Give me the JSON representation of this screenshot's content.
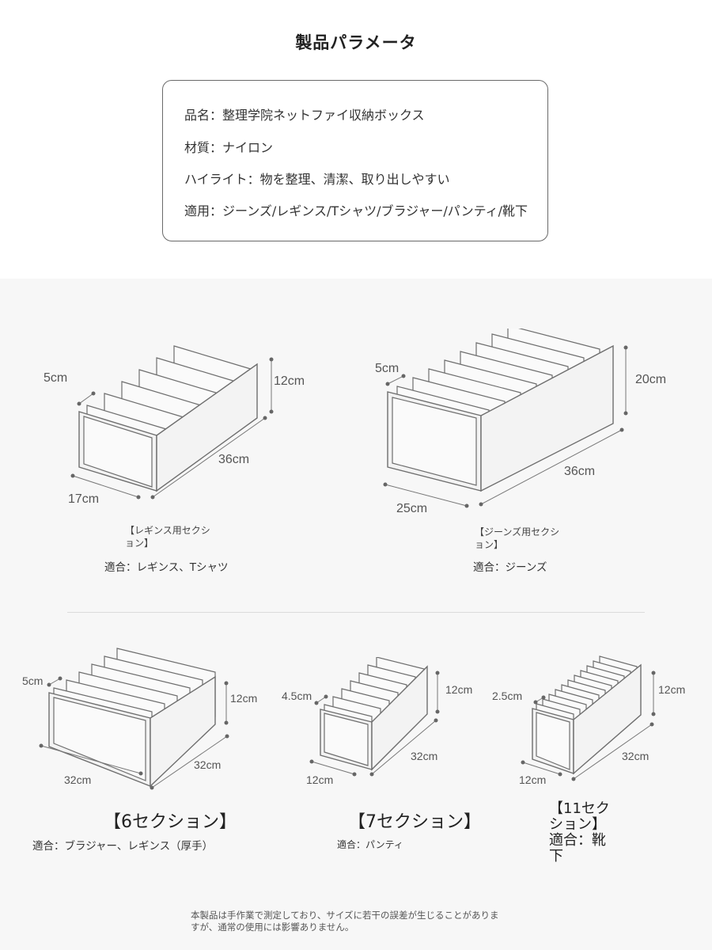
{
  "header": {
    "title": "製品パラメータ"
  },
  "params": [
    "品名：整理学院ネットファイ収納ボックス",
    "材質：ナイロン",
    "ハイライト：物を整理、清潔、取り出しやすい",
    "適用：ジーンズ/レギンス/Tシャツ/ブラジャー/パンティ/靴下"
  ],
  "products": {
    "leggings": {
      "dims": {
        "w": "5cm",
        "h": "12cm",
        "l": "36cm",
        "d": "17cm"
      },
      "caption_line1": "【レギンス用セクシ",
      "caption_line2": "ョン】",
      "fit": "適合：レギンス、Tシャツ"
    },
    "jeans": {
      "dims": {
        "w": "5cm",
        "h": "20cm",
        "l": "36cm",
        "d": "25cm"
      },
      "caption_line1": "【ジーンズ用セクシ",
      "caption_line2": "ョン】",
      "fit": "適合：ジーンズ"
    },
    "six": {
      "dims": {
        "w": "5cm",
        "h": "12cm",
        "l": "32cm",
        "d": "32cm"
      },
      "caption": "【6セクション】",
      "fit": "適合：ブラジャー、レギンス（厚手）"
    },
    "seven": {
      "dims": {
        "w": "4.5cm",
        "h": "12cm",
        "l": "32cm",
        "d": "12cm"
      },
      "caption": "【7セクション】",
      "fit": "適合：パンティ"
    },
    "eleven": {
      "dims": {
        "w": "2.5cm",
        "h": "12cm",
        "l": "32cm",
        "d": "12cm"
      },
      "caption_line1": "【11セク",
      "caption_line2": "ション】",
      "fit_line1": "適合：靴",
      "fit_line2": "下"
    }
  },
  "note": {
    "line1": "本製品は手作業で測定しており、サイズに若干の誤差が生じることがありま",
    "line2": "すが、通常の使用には影響ありません。"
  }
}
